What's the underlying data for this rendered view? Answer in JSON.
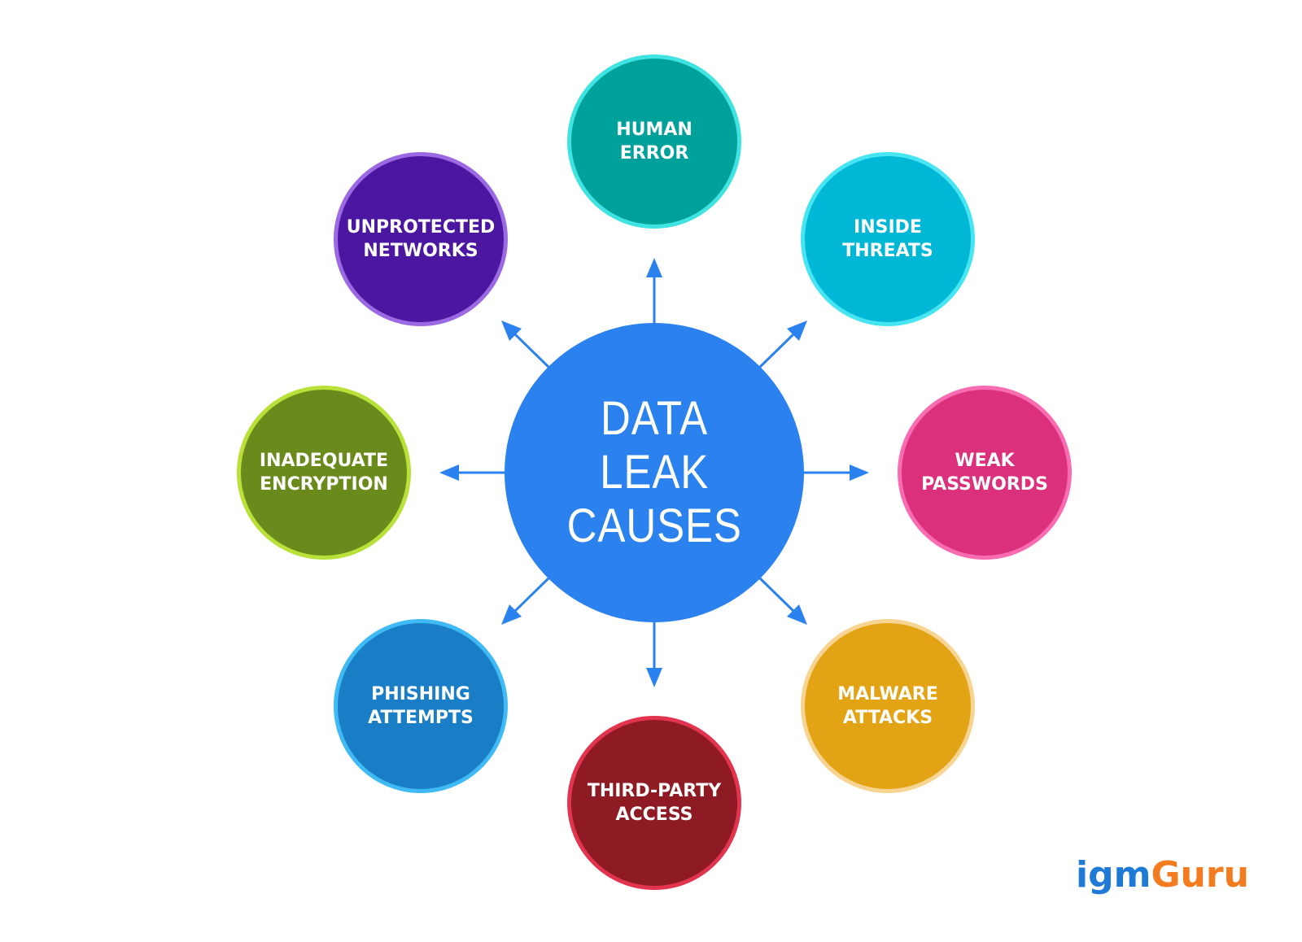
{
  "center": {
    "lines": [
      "DATA",
      "LEAK",
      "CAUSES"
    ],
    "color": "#2b82ee"
  },
  "arrow_color": "#2b82ee",
  "causes": [
    {
      "lines": [
        "HUMAN",
        "ERROR"
      ],
      "fill": "#00a19a",
      "ring": "#3fe3e1"
    },
    {
      "lines": [
        "INSIDE",
        "THREATS"
      ],
      "fill": "#00b7d6",
      "ring": "#47e4f2"
    },
    {
      "lines": [
        "WEAK",
        "PASSWORDS"
      ],
      "fill": "#db307c",
      "ring": "#f96cb2"
    },
    {
      "lines": [
        "MALWARE",
        "ATTACKS"
      ],
      "fill": "#e2a414",
      "ring": "#f7d492"
    },
    {
      "lines": [
        "THIRD-PARTY",
        "ACCESS"
      ],
      "fill": "#8e1a24",
      "ring": "#e3344f"
    },
    {
      "lines": [
        "PHISHING",
        "ATTEMPTS"
      ],
      "fill": "#1a7ec6",
      "ring": "#3fbaf5"
    },
    {
      "lines": [
        "INADEQUATE",
        "ENCRYPTION"
      ],
      "fill": "#6a8a1b",
      "ring": "#b9e13a"
    },
    {
      "lines": [
        "UNPROTECTED",
        "NETWORKS"
      ],
      "fill": "#4b17a1",
      "ring": "#9b6ae3"
    }
  ],
  "logo": {
    "part1": "igm",
    "part2": "Guru",
    "color1": "#1f7ad6",
    "color2": "#f47c20"
  }
}
